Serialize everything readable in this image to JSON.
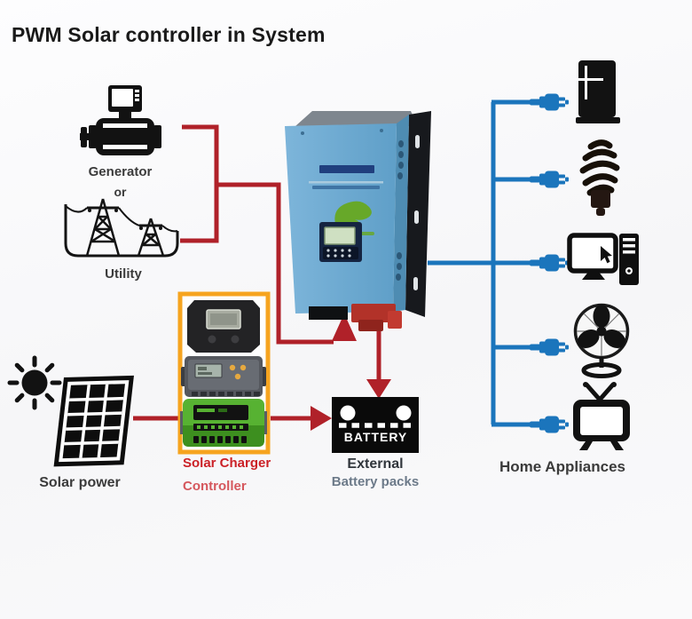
{
  "title": "PWM Solar controller in System",
  "colors": {
    "red": "#b02129",
    "blue": "#1b75bc",
    "orange": "#f6a41f",
    "ink": "#121212",
    "label": "#3b3b3b",
    "charger-label": "#cb2127",
    "controller-label": "#d5575d",
    "external-label": "#31363c",
    "battery-packs-label": "#6c7a89",
    "logo-green": "#67a829"
  },
  "sources": {
    "generator": "Generator",
    "or": "or",
    "utility": "Utility",
    "solar": "Solar power",
    "icons": [
      "generator-icon",
      "utility-towers-icon",
      "sun-icon",
      "solar-panel-icon"
    ]
  },
  "charger": {
    "line1": "Solar Charger",
    "line2": "Controller",
    "icons": [
      "lcd-charge-controller-black",
      "pwm-charge-controller-gray",
      "pwm-charge-controller-green"
    ]
  },
  "inverter": {
    "icon": "inverter-charger-unit"
  },
  "battery": {
    "device_text": "BATTERY",
    "caption_line1": "External",
    "caption_line2": "Battery packs"
  },
  "appliances": {
    "caption": "Home Appliances",
    "icons": [
      "refrigerator",
      "cfl-bulb",
      "desktop-computer",
      "table-fan",
      "television"
    ]
  }
}
